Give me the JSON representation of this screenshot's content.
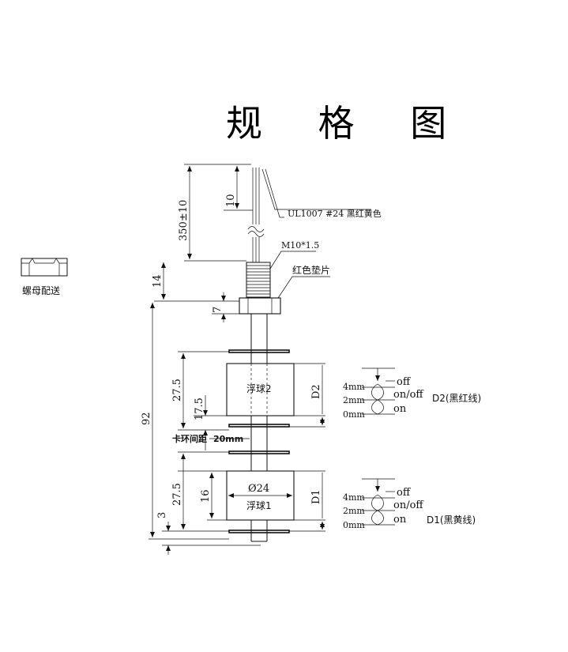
{
  "title": "规 格 图",
  "nut_caption": "螺母配送",
  "wire_label": "UL1007 #24 黑红黄色",
  "thread_label": "M10*1.5",
  "washer_label": "红色垫片",
  "clip_spacing_label": "卡环间距",
  "clip_spacing_value": "20mm",
  "float2_label": "浮球2",
  "float1_label": "浮球1",
  "diameter_label": "Ø24",
  "dims": {
    "cable": "350±10",
    "strip": "10",
    "thread_len": "14",
    "nut_thk": "7",
    "total": "92",
    "f2_top": "27.5",
    "f2_clip": "17.5",
    "f1_top": "27.5",
    "f1_height": "16",
    "bottom": "3",
    "d2": "D2",
    "d1": "D1"
  },
  "switch2": {
    "levels": [
      "4mm",
      "2mm",
      "0mm"
    ],
    "states": [
      "off",
      "on/off",
      "on"
    ],
    "wire": "D2(黑红线)"
  },
  "switch1": {
    "levels": [
      "4mm",
      "2mm",
      "0mm"
    ],
    "states": [
      "off",
      "on/off",
      "on"
    ],
    "wire": "D1(黑黄线)"
  }
}
